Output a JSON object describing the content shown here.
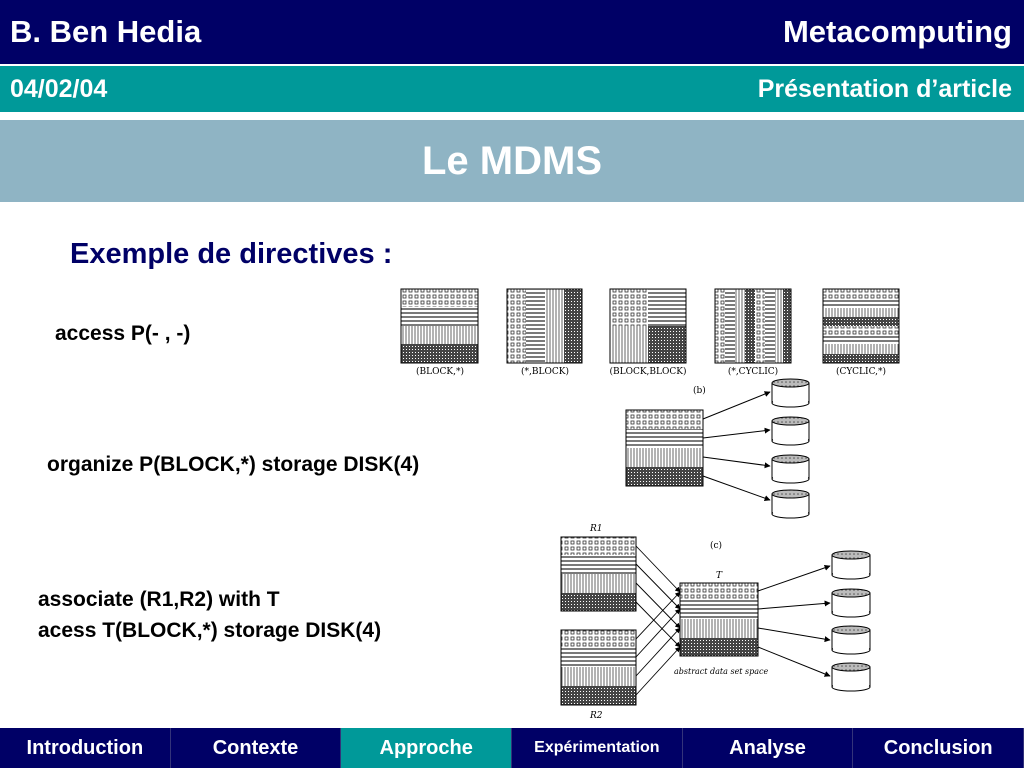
{
  "header": {
    "author": "B. Ben Hedia",
    "topic": "Metacomputing",
    "date": "04/02/04",
    "section": "Présentation d’article"
  },
  "slide": {
    "title": "Le MDMS",
    "heading": "Exemple de directives :",
    "lines": {
      "access": "access P(- , -)",
      "organize": "organize P(BLOCK,*) storage DISK(4)",
      "associate": "associate (R1,R2) with T",
      "acess": "acess T(BLOCK,*) storage DISK(4)"
    }
  },
  "figure": {
    "captions": [
      "(BLOCK,*)",
      "(*,BLOCK)",
      "(BLOCK,BLOCK)",
      "(*,CYCLIC)",
      "(CYCLIC,*)"
    ],
    "label_b": "(b)",
    "label_c": "(c)",
    "label_r1": "R1",
    "label_r2": "R2",
    "label_t": "T",
    "abstract_label": "abstract data set space"
  },
  "nav": {
    "items": [
      {
        "label": "Introduction",
        "active": false
      },
      {
        "label": "Contexte",
        "active": false
      },
      {
        "label": "Approche",
        "active": true
      },
      {
        "label": "Expérimentation",
        "active": false
      },
      {
        "label": "Analyse",
        "active": false
      },
      {
        "label": "Conclusion",
        "active": false
      }
    ]
  }
}
